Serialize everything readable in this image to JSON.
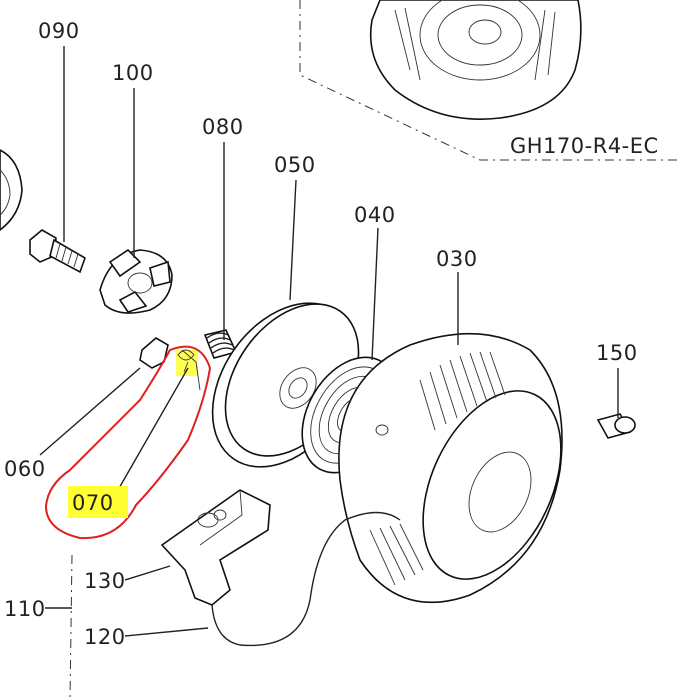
{
  "model_code": "GH170-R4-EC",
  "labels": {
    "p090": "090",
    "p100": "100",
    "p080": "080",
    "p050": "050",
    "p040": "040",
    "p030": "030",
    "p150": "150",
    "p060": "060",
    "p070": "070",
    "p130": "130",
    "p110": "110",
    "p120": "120"
  },
  "colors": {
    "highlight": "#ffff33",
    "outline": "#e0201e",
    "ink": "#222222"
  }
}
